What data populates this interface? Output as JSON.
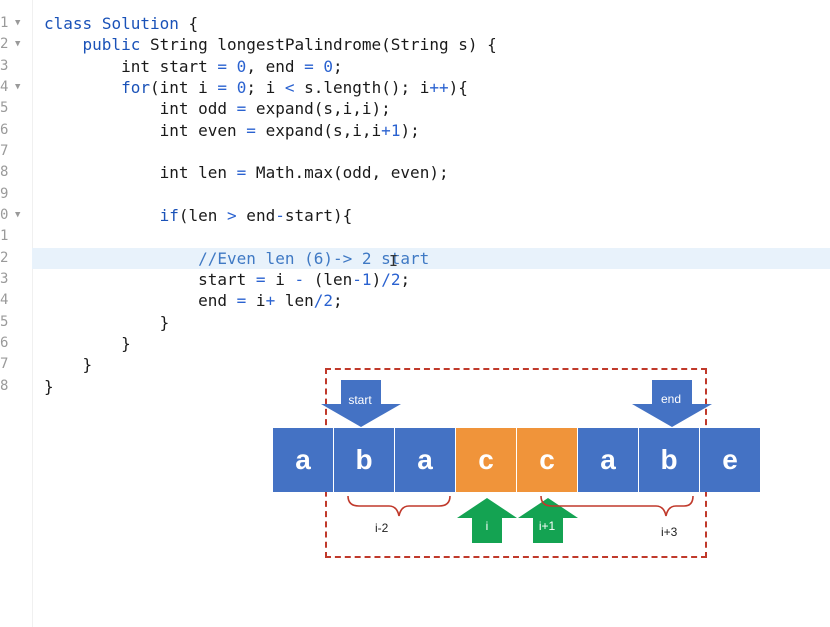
{
  "editor": {
    "line_numbers": [
      "1",
      "2",
      "3",
      "4",
      "5",
      "6",
      "7",
      "8",
      "9",
      "0",
      "1",
      "2",
      "3",
      "4",
      "5",
      "6",
      "7",
      "8"
    ],
    "lines": [
      "class Solution {",
      "    public String longestPalindrome(String s) {",
      "        int start = 0, end = 0;",
      "        for(int i = 0; i < s.length(); i++){",
      "            int odd = expand(s,i,i);",
      "            int even = expand(s,i,i+1);",
      "",
      "            int len = Math.max(odd, even);",
      "",
      "            if(len > end-start){",
      "",
      "                //Even len (6)-> 2 start",
      "                start = i - (len-1)/2;",
      "                end = i+ len/2;",
      "            }",
      "        }",
      "    }",
      "}"
    ]
  },
  "diagram": {
    "cells": [
      "a",
      "b",
      "a",
      "c",
      "c",
      "a",
      "b",
      "e"
    ],
    "colors": {
      "blue": "#4472c4",
      "orange": "#f0943a",
      "green": "#14a352",
      "dashed_border": "#c0392b",
      "brace": "#c0392b"
    },
    "start_label": "start",
    "end_label": "end",
    "i_label": "i",
    "i1_label": "i+1",
    "brace_left_label": "i-2",
    "brace_right_label": "i+3"
  }
}
